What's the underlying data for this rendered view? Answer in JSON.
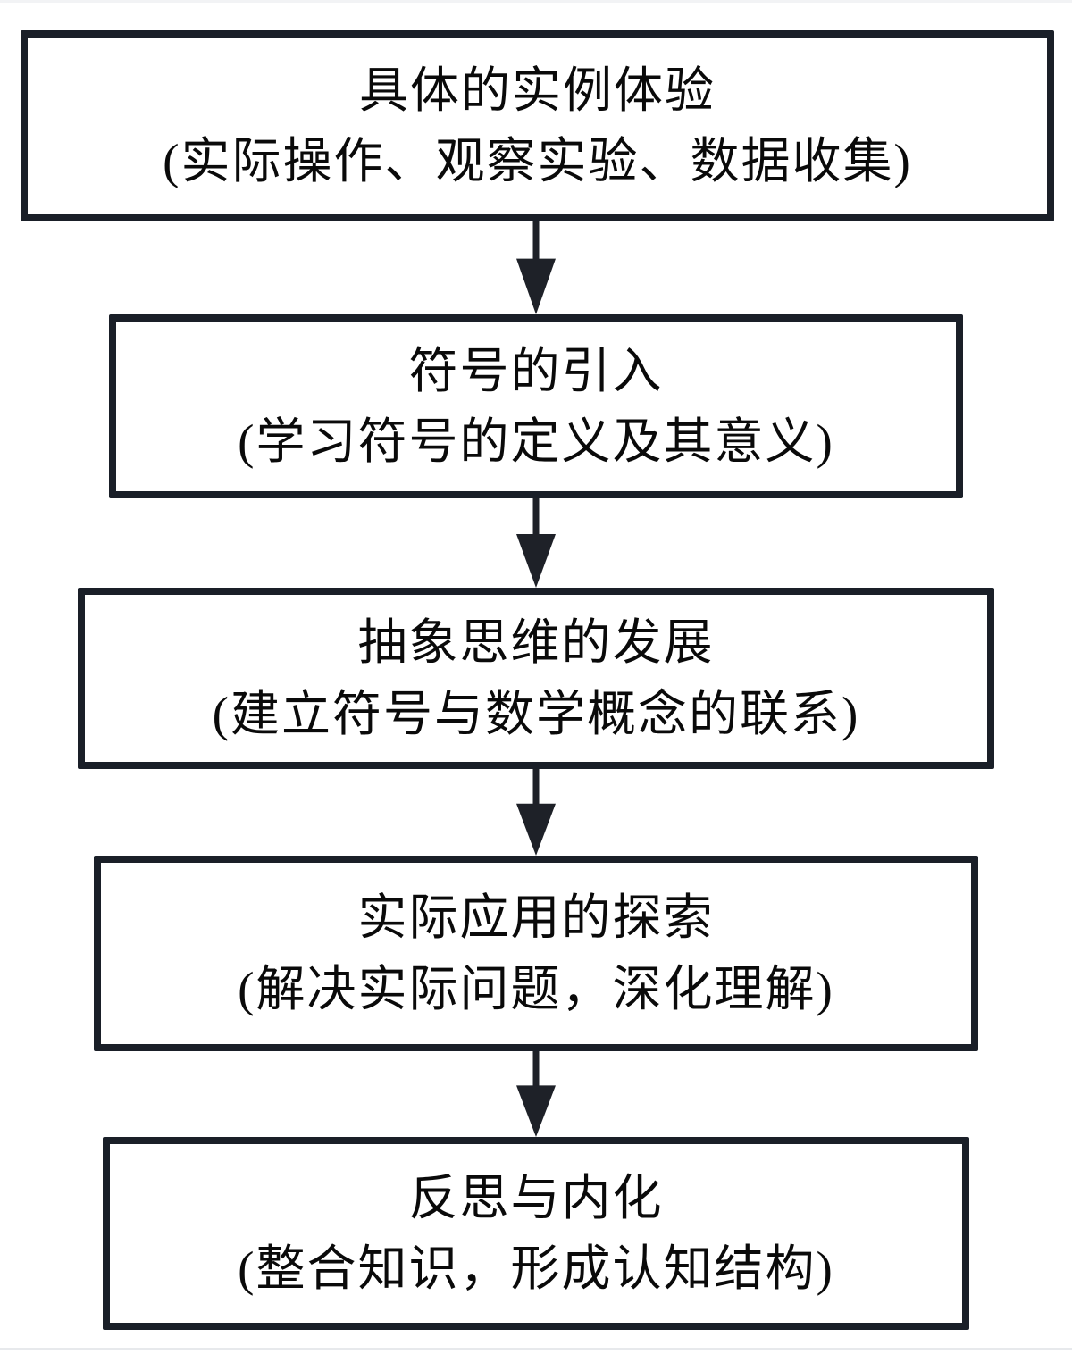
{
  "page": {
    "background_color": "#ffffff",
    "box_border_color": "#1a1f28",
    "arrow_color": "#1e2128",
    "text_color": "#0a0a0a"
  },
  "flowchart": {
    "steps": [
      {
        "title": "具体的实例体验",
        "subtitle": "(实际操作、观察实验、数据收集)"
      },
      {
        "title": "符号的引入",
        "subtitle": "(学习符号的定义及其意义)"
      },
      {
        "title": "抽象思维的发展",
        "subtitle": "(建立符号与数学概念的联系)"
      },
      {
        "title": "实际应用的探索",
        "subtitle": "(解决实际问题，深化理解)"
      },
      {
        "title": "反思与内化",
        "subtitle": "(整合知识，形成认知结构)"
      }
    ]
  }
}
